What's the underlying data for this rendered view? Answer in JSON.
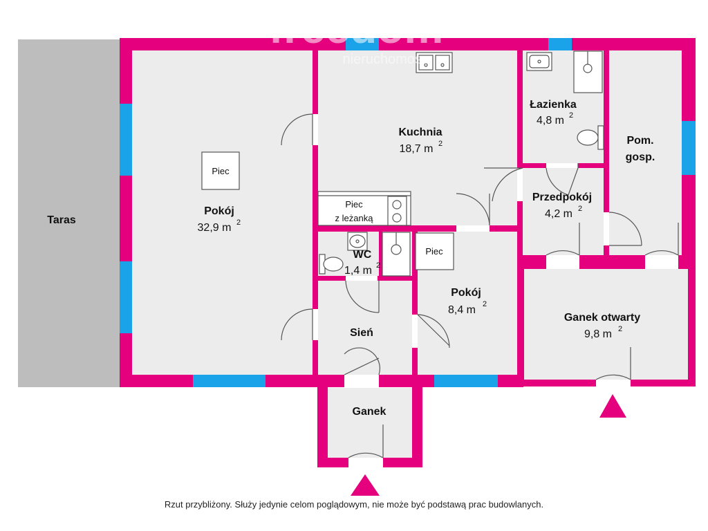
{
  "colors": {
    "wall": "#e5007e",
    "window": "#1aa3e8",
    "floor": "#ececec",
    "terrace": "#bdbdbd",
    "fixture_stroke": "#555555"
  },
  "watermark": {
    "brand": "freedom",
    "sub": "nieruchomości"
  },
  "rooms": {
    "taras": {
      "name": "Taras"
    },
    "pokoj_large": {
      "name": "Pokój",
      "area": "32,9 m",
      "sup": "2"
    },
    "kuchnia": {
      "name": "Kuchnia",
      "area": "18,7 m",
      "sup": "2"
    },
    "lazienka": {
      "name": "Łazienka",
      "area": "4,8 m",
      "sup": "2"
    },
    "pom_gosp": {
      "name_line1": "Pom.",
      "name_line2": "gosp."
    },
    "przedpokoj": {
      "name": "Przedpokój",
      "area": "4,2 m",
      "sup": "2"
    },
    "wc": {
      "name": "WC",
      "area": "1,4 m",
      "sup": "2"
    },
    "pokoj_small": {
      "name": "Pokój",
      "area": "8,4 m",
      "sup": "2"
    },
    "sien": {
      "name": "Sień"
    },
    "ganek_otwarty": {
      "name": "Ganek otwarty",
      "area": "9,8 m",
      "sup": "2"
    },
    "ganek": {
      "name": "Ganek"
    }
  },
  "fixtures": {
    "piec_large": "Piec",
    "piec_lezanka_line1": "Piec",
    "piec_lezanka_line2": "z leżanką",
    "piec_small": "Piec"
  },
  "footer": "Rzut przybliżony. Służy jedynie celom poglądowym, nie może być podstawą prac budowlanych."
}
